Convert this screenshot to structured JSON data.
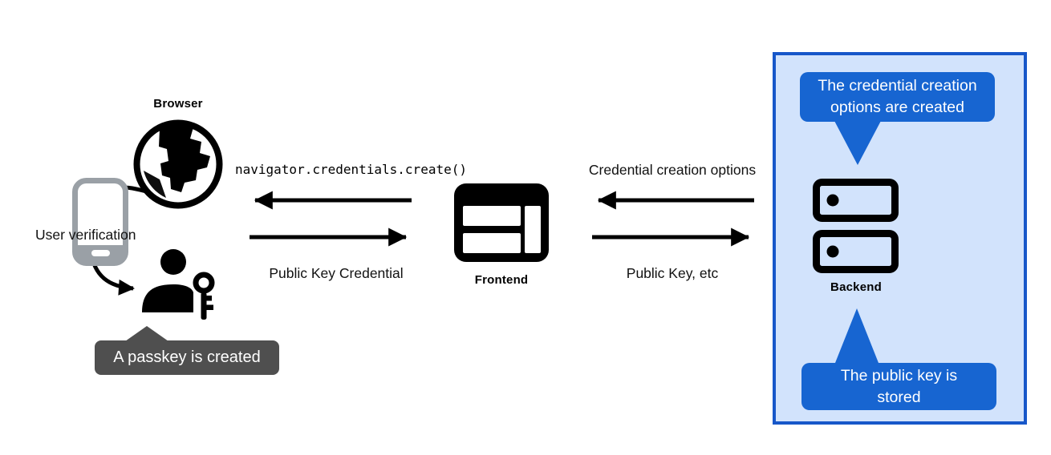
{
  "colors": {
    "black": "#000000",
    "phone_gray": "#9aa0a6",
    "dark_tooltip_bg": "#4f4f4f",
    "panel_bg": "#d2e3fc",
    "panel_border": "#1757c9",
    "blue_tooltip_bg": "#1765d1",
    "white": "#ffffff"
  },
  "browser_section": {
    "label": "Browser",
    "user_verification_label": "User verification",
    "passkey_tooltip": "A passkey is created"
  },
  "frontend_section": {
    "label": "Frontend"
  },
  "backend_section": {
    "label": "Backend",
    "top_tooltip": {
      "line1": "The credential creation",
      "line2": "options are created"
    },
    "bottom_tooltip": {
      "line1": "The public key is",
      "line2": "stored"
    }
  },
  "messages": {
    "browser_frontend_call": "navigator.credentials.create()",
    "browser_frontend_return": "Public Key Credential",
    "frontend_backend_request": "Credential creation options",
    "frontend_backend_response": "Public Key, etc"
  }
}
